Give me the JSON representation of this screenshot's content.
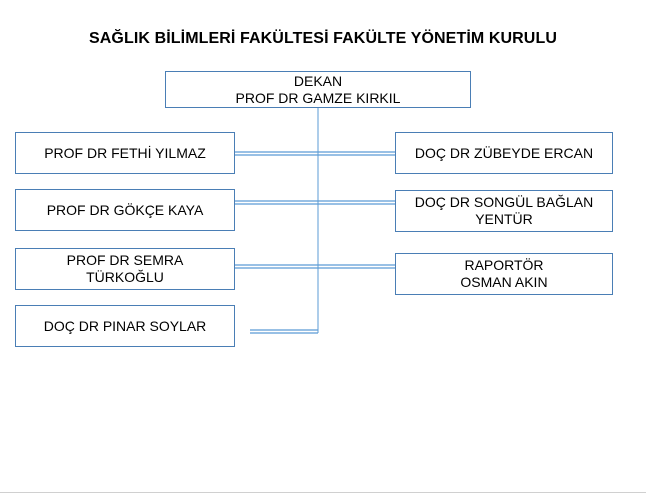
{
  "title": "SAĞLIK BİLİMLERİ FAKÜLTESİ FAKÜLTE YÖNETİM KURULU",
  "dean": {
    "role": "DEKAN",
    "name": "PROF DR GAMZE KIRKIL"
  },
  "left_members": [
    {
      "lines": [
        "PROF DR FETHİ YILMAZ"
      ]
    },
    {
      "lines": [
        "PROF DR GÖKÇE KAYA"
      ]
    },
    {
      "lines": [
        "PROF DR SEMRA",
        "TÜRKOĞLU"
      ]
    },
    {
      "lines": [
        "DOÇ DR PINAR SOYLAR"
      ]
    }
  ],
  "right_members": [
    {
      "lines": [
        "DOÇ DR ZÜBEYDE ERCAN"
      ]
    },
    {
      "lines": [
        "DOÇ DR SONGÜL BAĞLAN",
        "YENTÜR"
      ]
    },
    {
      "lines": [
        "RAPORTÖR",
        "OSMAN AKIN"
      ]
    }
  ],
  "colors": {
    "border": "#4a7eb5",
    "connector": "#5b9bd5"
  }
}
